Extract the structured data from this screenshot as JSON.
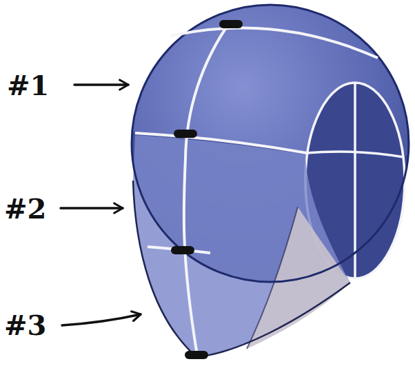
{
  "diagram": {
    "labels": [
      "#1",
      "#2",
      "#3"
    ]
  }
}
